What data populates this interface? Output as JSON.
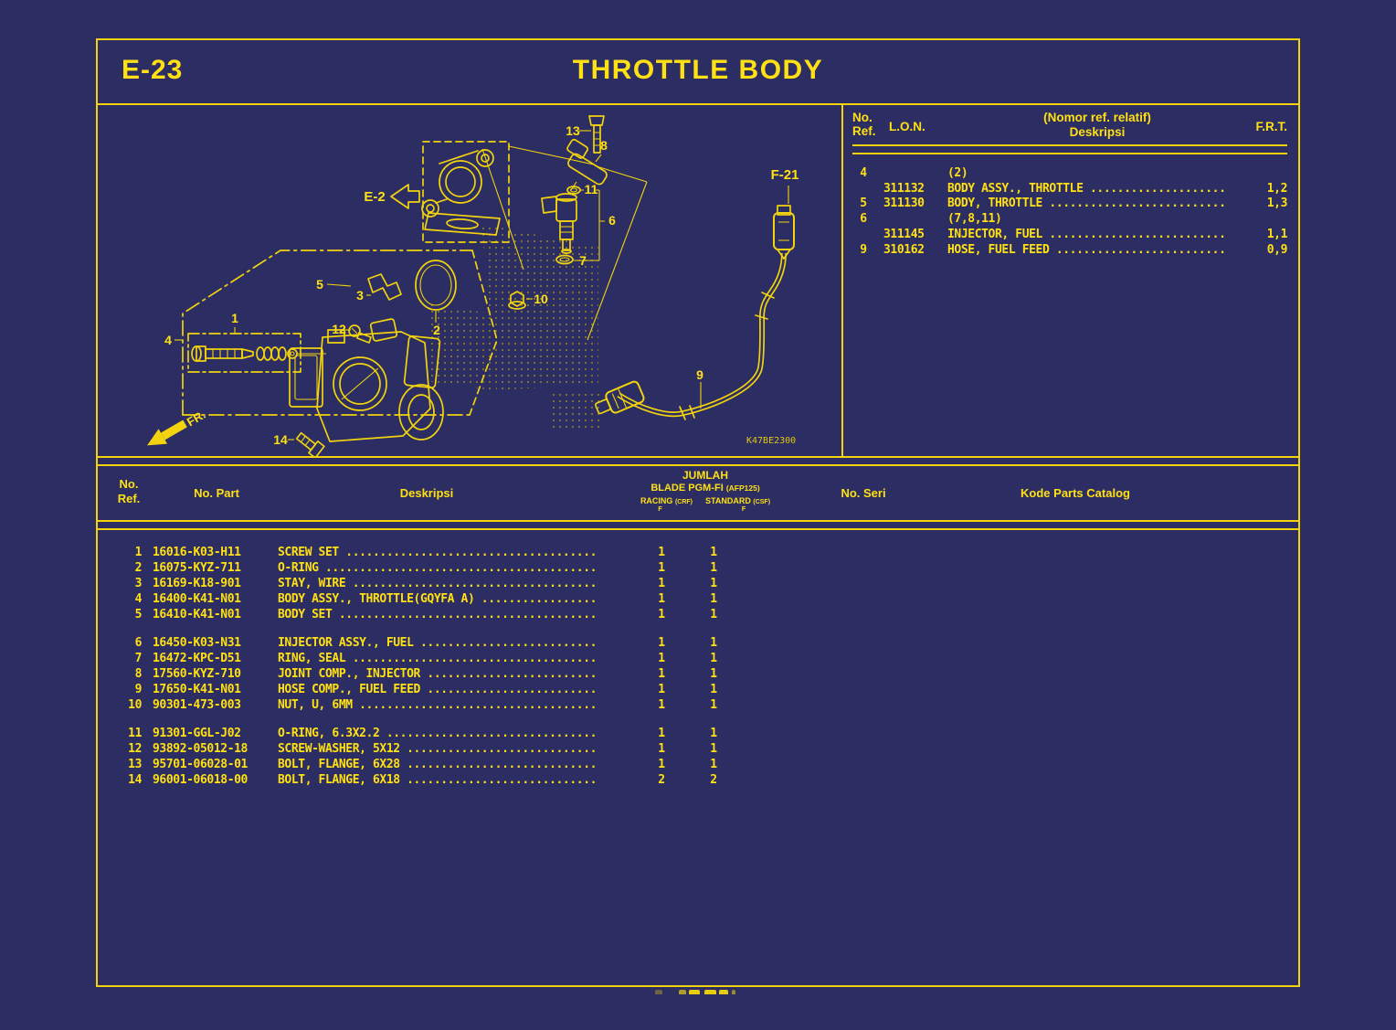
{
  "page": {
    "code": "E-23",
    "title": "THROTTLE BODY",
    "diagram_code": "K47BE2300"
  },
  "diagram": {
    "e2_label": "E-2",
    "f21_label": "F-21",
    "fr_label": "FR.",
    "callouts": [
      "1",
      "2",
      "3",
      "4",
      "5",
      "6",
      "7",
      "8",
      "9",
      "10",
      "11",
      "12",
      "13",
      "14"
    ]
  },
  "lon_table": {
    "headers": {
      "ref1": "No.",
      "ref2": "Ref.",
      "lon": "L.O.N.",
      "desc_note": "(Nomor ref. relatif)",
      "desc": "Deskripsi",
      "frt": "F.R.T."
    },
    "rows": [
      {
        "ref": "4",
        "lon": "",
        "desc": "(2)",
        "frt": ""
      },
      {
        "ref": "",
        "lon": "311132",
        "desc": "BODY ASSY., THROTTLE ....................",
        "frt": "1,2"
      },
      {
        "ref": "5",
        "lon": "311130",
        "desc": "BODY, THROTTLE ..........................",
        "frt": "1,3"
      },
      {
        "ref": "6",
        "lon": "",
        "desc": "(7,8,11)",
        "frt": ""
      },
      {
        "ref": "",
        "lon": "311145",
        "desc": "INJECTOR, FUEL ..........................",
        "frt": "1,1"
      },
      {
        "ref": "9",
        "lon": "310162",
        "desc": "HOSE, FUEL FEED .........................",
        "frt": "0,9"
      }
    ]
  },
  "parts_table": {
    "headers": {
      "ref1": "No.",
      "ref2": "Ref.",
      "part": "No. Part",
      "desc": "Deskripsi",
      "jumlah": "JUMLAH",
      "model": "BLADE PGM-FI",
      "model_note": "(AFP125)",
      "col1": "RACING",
      "col1_note": "(CRF)",
      "col2": "STANDARD",
      "col2_note": "(CSF)",
      "mark": "F",
      "seri": "No. Seri",
      "kode": "Kode Parts Catalog"
    },
    "rows": [
      {
        "ref": "1",
        "part": "16016-K03-H11",
        "desc": "SCREW SET .....................................",
        "qty1": "1",
        "qty2": "1"
      },
      {
        "ref": "2",
        "part": "16075-KYZ-711",
        "desc": "O-RING ........................................",
        "qty1": "1",
        "qty2": "1"
      },
      {
        "ref": "3",
        "part": "16169-K18-901",
        "desc": "STAY, WIRE ....................................",
        "qty1": "1",
        "qty2": "1"
      },
      {
        "ref": "4",
        "part": "16400-K41-N01",
        "desc": "BODY ASSY., THROTTLE(GQYFA A) .................",
        "qty1": "1",
        "qty2": "1"
      },
      {
        "ref": "5",
        "part": "16410-K41-N01",
        "desc": "BODY SET ......................................",
        "qty1": "1",
        "qty2": "1"
      },
      {
        "ref": "6",
        "part": "16450-K03-N31",
        "desc": "INJECTOR ASSY., FUEL ..........................",
        "qty1": "1",
        "qty2": "1"
      },
      {
        "ref": "7",
        "part": "16472-KPC-D51",
        "desc": "RING, SEAL ....................................",
        "qty1": "1",
        "qty2": "1"
      },
      {
        "ref": "8",
        "part": "17560-KYZ-710",
        "desc": "JOINT COMP., INJECTOR .........................",
        "qty1": "1",
        "qty2": "1"
      },
      {
        "ref": "9",
        "part": "17650-K41-N01",
        "desc": "HOSE COMP., FUEL FEED .........................",
        "qty1": "1",
        "qty2": "1"
      },
      {
        "ref": "10",
        "part": "90301-473-003",
        "desc": "NUT, U, 6MM ...................................",
        "qty1": "1",
        "qty2": "1"
      },
      {
        "ref": "11",
        "part": "91301-GGL-J02",
        "desc": "O-RING, 6.3X2.2 ...............................",
        "qty1": "1",
        "qty2": "1"
      },
      {
        "ref": "12",
        "part": "93892-05012-18",
        "desc": "SCREW-WASHER, 5X12 ............................",
        "qty1": "1",
        "qty2": "1"
      },
      {
        "ref": "13",
        "part": "95701-06028-01",
        "desc": "BOLT, FLANGE, 6X28 ............................",
        "qty1": "1",
        "qty2": "1"
      },
      {
        "ref": "14",
        "part": "96001-06018-00",
        "desc": "BOLT, FLANGE, 6X18 ............................",
        "qty1": "2",
        "qty2": "2"
      }
    ]
  }
}
